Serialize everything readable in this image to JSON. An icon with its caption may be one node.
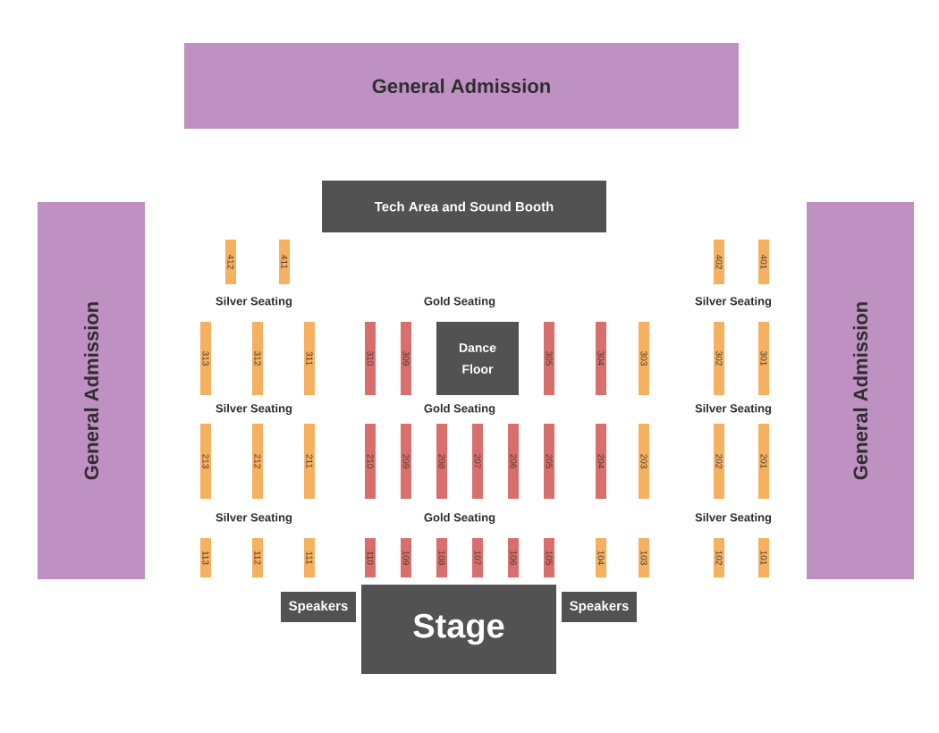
{
  "diagram": {
    "nodes": [
      {
        "text": [
          "General Admission"
        ]
      },
      {
        "text": [
          "Tech Area and Sound Booth"
        ]
      },
      {
        "text": [
          "General Admission"
        ]
      },
      {
        "text": [
          "General Admission"
        ]
      },
      {
        "text": [
          "412"
        ]
      },
      {
        "text": [
          "411"
        ]
      },
      {
        "text": [
          "402"
        ]
      },
      {
        "text": [
          "401"
        ]
      },
      {
        "text": [
          "313"
        ]
      },
      {
        "text": [
          "312"
        ]
      },
      {
        "text": [
          "311"
        ]
      },
      {
        "text": [
          "310"
        ]
      },
      {
        "text": [
          "309"
        ]
      },
      {
        "text": [
          "Dance Floor"
        ]
      },
      {
        "text": [
          "305"
        ]
      },
      {
        "text": [
          "304"
        ]
      },
      {
        "text": [
          "303"
        ]
      },
      {
        "text": [
          "302"
        ]
      },
      {
        "text": [
          "301"
        ]
      },
      {
        "text": [
          "213"
        ]
      },
      {
        "text": [
          "212"
        ]
      },
      {
        "text": [
          "211"
        ]
      },
      {
        "text": [
          "210"
        ]
      },
      {
        "text": [
          "209"
        ]
      },
      {
        "text": [
          "208"
        ]
      },
      {
        "text": [
          "207"
        ]
      },
      {
        "text": [
          "206"
        ]
      },
      {
        "text": [
          "205"
        ]
      },
      {
        "text": [
          "204"
        ]
      },
      {
        "text": [
          "203"
        ]
      },
      {
        "text": [
          "202"
        ]
      },
      {
        "text": [
          "201"
        ]
      },
      {
        "text": [
          "113"
        ]
      },
      {
        "text": [
          "112"
        ]
      },
      {
        "text": [
          "111"
        ]
      },
      {
        "text": [
          "110"
        ]
      },
      {
        "text": [
          "109"
        ]
      },
      {
        "text": [
          "108"
        ]
      },
      {
        "text": [
          "107"
        ]
      },
      {
        "text": [
          "106"
        ]
      },
      {
        "text": [
          "105"
        ]
      },
      {
        "text": [
          "104"
        ]
      },
      {
        "text": [
          "103"
        ]
      },
      {
        "text": [
          "102"
        ]
      },
      {
        "text": [
          "101"
        ]
      },
      {
        "text": [
          "Speakers"
        ]
      },
      {
        "text": [
          "Stage"
        ]
      },
      {
        "text": [
          "Speakers"
        ]
      }
    ],
    "labels": [
      "Silver Seating",
      "Gold Seating",
      "Silver Seating",
      "Silver Seating",
      "Gold Seating",
      "Silver Seating",
      "Silver Seating",
      "Gold Seating",
      "Silver Seating"
    ]
  }
}
